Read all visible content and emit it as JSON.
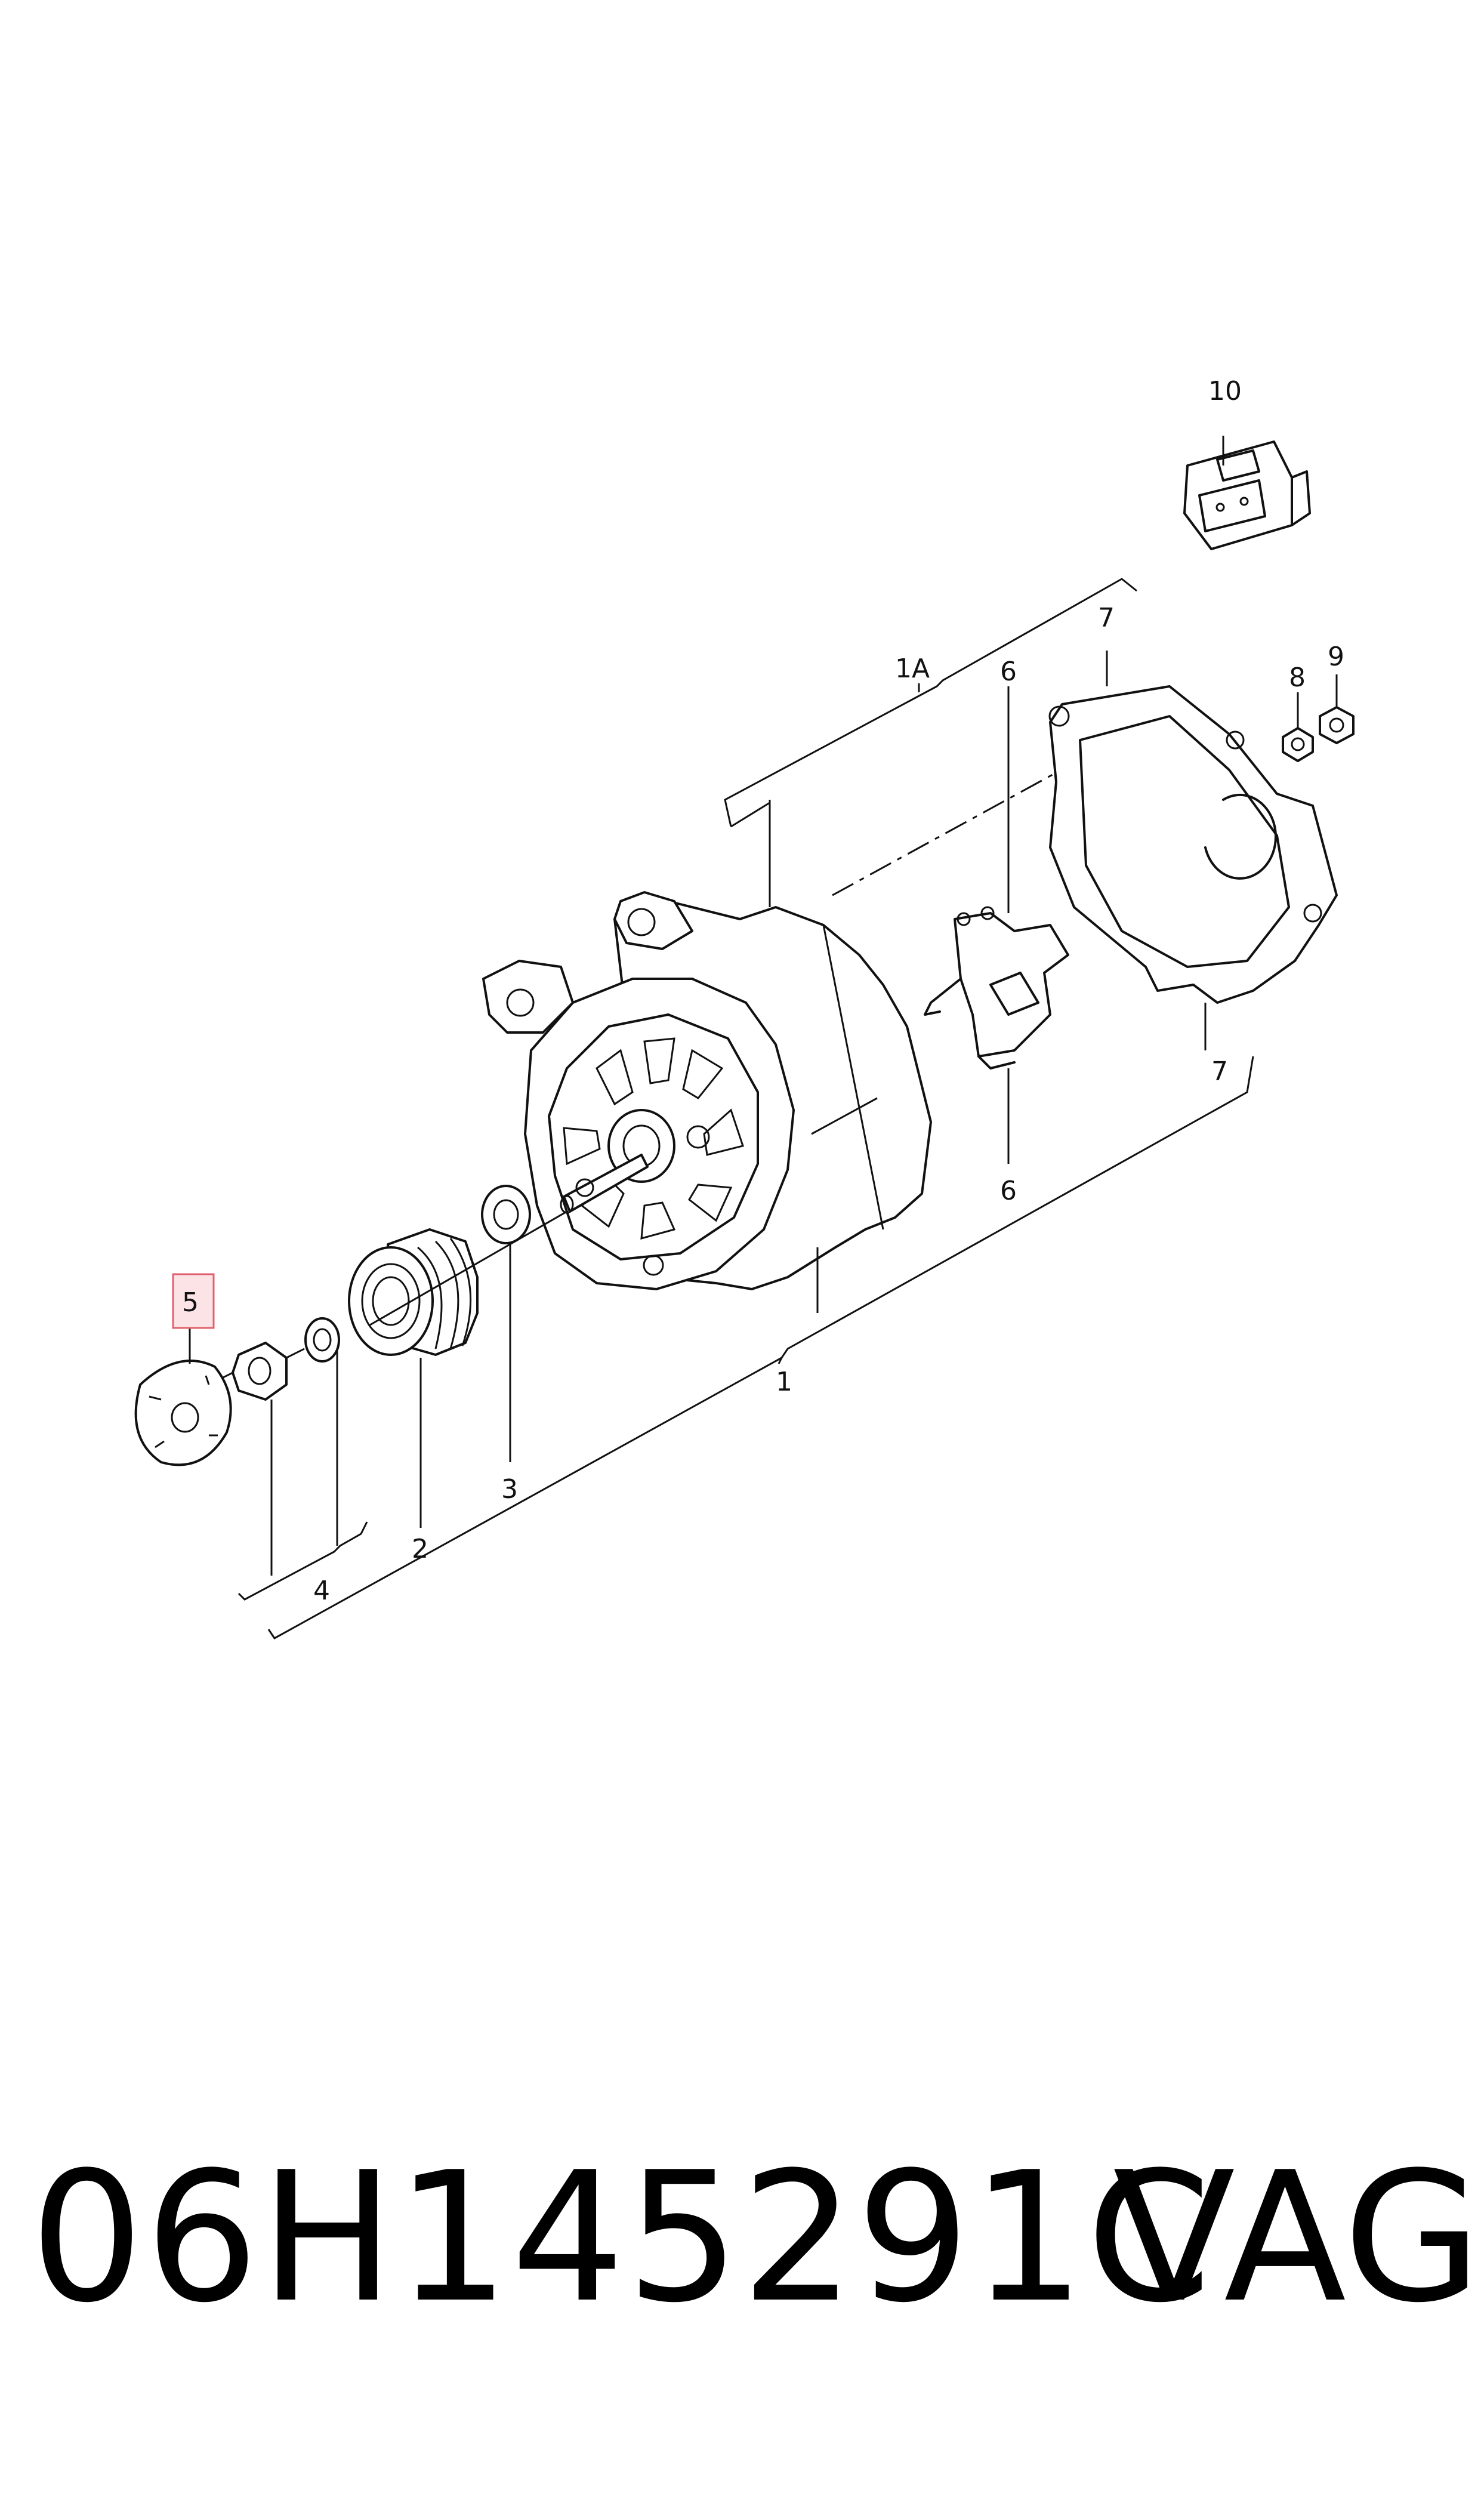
{
  "callouts": {
    "c1": "1",
    "c1a": "1A",
    "c2": "2",
    "c3": "3",
    "c4": "4",
    "c5": "5",
    "c6_top": "6",
    "c6_bottom": "6",
    "c7_top": "7",
    "c7_bottom": "7",
    "c8": "8",
    "c9": "9",
    "c10": "10"
  },
  "highlight_color": "#e06070",
  "footer": {
    "part_number": "06H145291C",
    "brand": "VAG"
  }
}
